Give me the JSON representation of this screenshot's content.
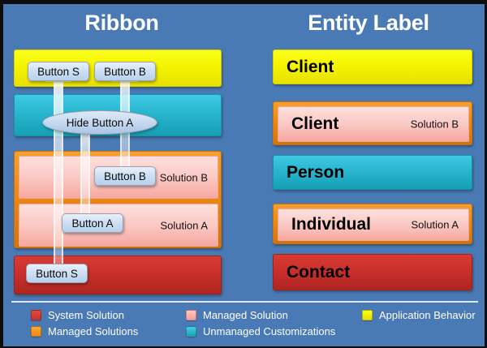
{
  "diagram": {
    "columns": [
      {
        "key": "ribbon",
        "title": "Ribbon"
      },
      {
        "key": "entity",
        "title": "Entity Label"
      }
    ],
    "ribbon_stack": [
      {
        "layer": "application-behavior",
        "color": "#f5f400",
        "buttons": [
          "Button S",
          "Button B"
        ]
      },
      {
        "layer": "unmanaged-customizations",
        "color": "#28b6cf",
        "callout": "Hide Button A"
      },
      {
        "layer": "managed-solutions",
        "color": "#ef8a13",
        "children": [
          {
            "layer": "managed-solution",
            "color": "#fbc9c4",
            "corner_label": "Solution B",
            "button": "Button B"
          },
          {
            "layer": "managed-solution",
            "color": "#fbc9c4",
            "corner_label": "Solution A",
            "button": "Button A"
          }
        ]
      },
      {
        "layer": "system-solution",
        "color": "#c9302c",
        "button": "Button S"
      }
    ],
    "entity_stack": [
      {
        "layer": "application-behavior",
        "label": "Client",
        "corner_label": "",
        "color": "#f5f400"
      },
      {
        "layer": "managed-solution-b",
        "label": "Client",
        "corner_label": "Solution B",
        "color": "#fbc9c4"
      },
      {
        "layer": "unmanaged-customizations",
        "label": "Person",
        "corner_label": "",
        "color": "#28b6cf"
      },
      {
        "layer": "managed-solution-a",
        "label": "Individual",
        "corner_label": "Solution A",
        "color": "#fbc9c4"
      },
      {
        "layer": "system-solution",
        "label": "Contact",
        "corner_label": "",
        "color": "#c9302c"
      }
    ],
    "buttons": {
      "ribbon_top_s": "Button S",
      "ribbon_top_b": "Button B",
      "solution_b_b": "Button B",
      "solution_a_a": "Button A",
      "system_s": "Button S"
    },
    "callout": "Hide Button A",
    "corner_labels": {
      "solution_b": "Solution B",
      "solution_a": "Solution A"
    }
  },
  "legend": {
    "items": [
      {
        "label": "System Solution",
        "color": "#c9302c"
      },
      {
        "label": "Managed Solutions",
        "color": "#ef8a13"
      },
      {
        "label": "Managed Solution",
        "color": "#fbada4"
      },
      {
        "label": "Unmanaged Customizations",
        "color": "#28b6cf"
      },
      {
        "label": "Application Behavior",
        "color": "#f5f400"
      }
    ]
  },
  "theme": {
    "background": "#4a7ab5",
    "frame": "#0d0d0d",
    "title_color": "#ffffff"
  }
}
